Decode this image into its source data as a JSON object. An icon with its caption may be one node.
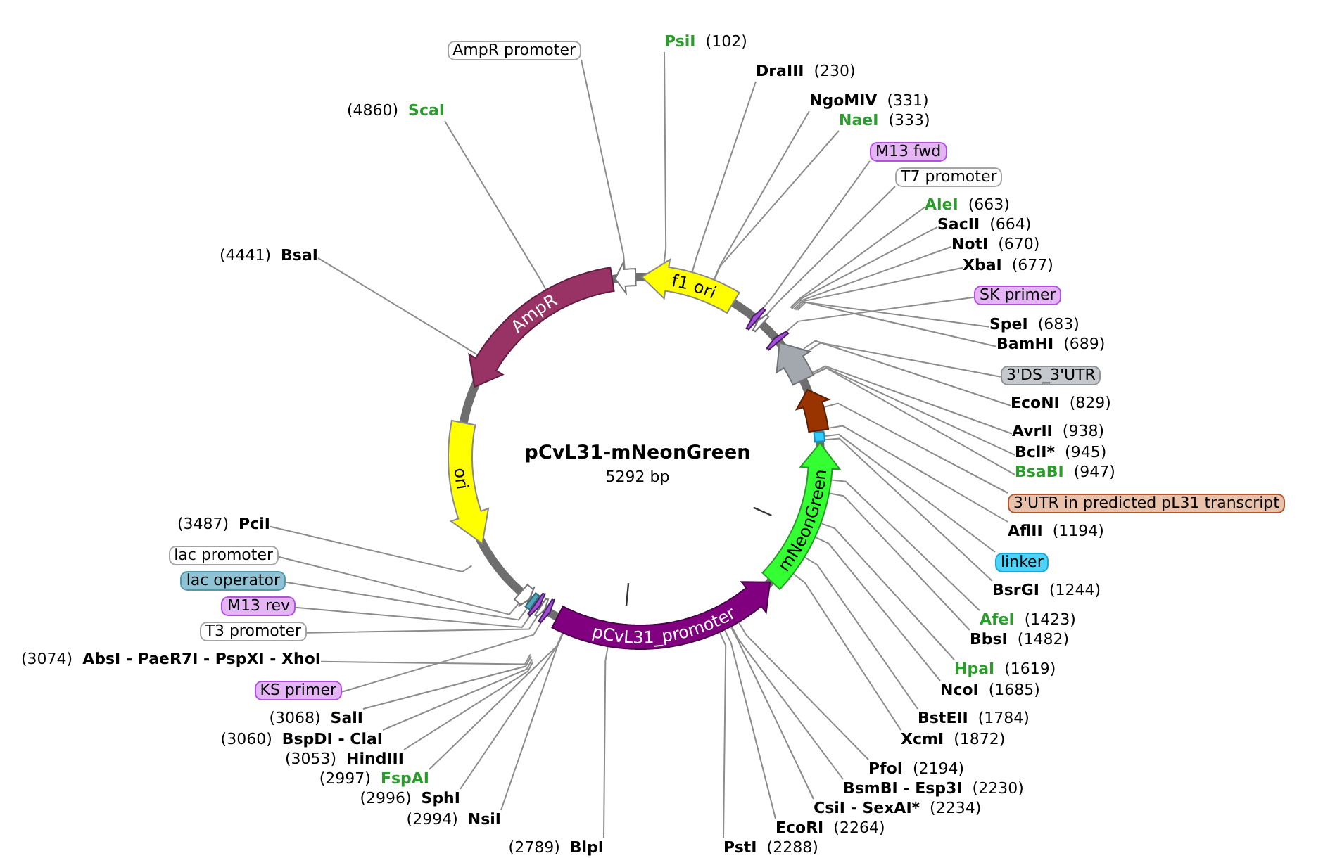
{
  "diagram": {
    "title": "pCvL31-mNeonGreen",
    "nodes": [
      {
        "text": [
          "f1 ori"
        ]
      },
      {
        "text": [],
        "shape": "arrow"
      },
      {
        "text": [],
        "shape": "arrow"
      },
      {
        "text": [],
        "shape": "arrow"
      },
      {
        "text": [],
        "shape": "arrow"
      },
      {
        "text": [],
        "shape": "arrow"
      },
      {
        "text": [],
        "shape": "box"
      },
      {
        "text": [
          "mNeonGreen"
        ]
      },
      {
        "text": [
          "pCvL31_promoter"
        ]
      },
      {
        "text": [],
        "shape": "arrow"
      },
      {
        "text": [],
        "shape": "arrow"
      },
      {
        "text": [],
        "shape": "arrow"
      },
      {
        "text": [],
        "shape": "box"
      },
      {
        "text": [],
        "shape": "arrow"
      },
      {
        "text": [
          "ori"
        ]
      },
      {
        "text": [
          "AmpR"
        ]
      },
      {
        "text": [],
        "shape": "arrow"
      },
      {
        "text": [
          "PsiI",
          "(102)"
        ]
      },
      {
        "text": [
          "DraIII",
          "(230)"
        ]
      },
      {
        "text": [
          "NgoMIV",
          "(331)"
        ]
      },
      {
        "text": [
          "NaeI",
          "(333)"
        ]
      },
      {
        "text": [
          "M13 fwd"
        ]
      },
      {
        "text": [
          "T7 promoter"
        ]
      },
      {
        "text": [
          "AleI",
          "(663)"
        ]
      },
      {
        "text": [
          "SacII",
          "(664)"
        ]
      },
      {
        "text": [
          "NotI",
          "(670)"
        ]
      },
      {
        "text": [
          "XbaI",
          "(677)"
        ]
      },
      {
        "text": [
          "SK primer"
        ]
      },
      {
        "text": [
          "SpeI",
          "(683)"
        ]
      },
      {
        "text": [
          "BamHI",
          "(689)"
        ]
      },
      {
        "text": [
          "3'DS_3'UTR"
        ]
      },
      {
        "text": [
          "EcoNI",
          "(829)"
        ]
      },
      {
        "text": [
          "AvrII",
          "(938)"
        ]
      },
      {
        "text": [
          "BclI*",
          "(945)"
        ]
      },
      {
        "text": [
          "BsaBI",
          "(947)"
        ]
      },
      {
        "text": [
          "3'UTR in predicted pL31 transcript"
        ]
      },
      {
        "text": [
          "AflII",
          "(1194)"
        ]
      },
      {
        "text": [
          "linker"
        ]
      },
      {
        "text": [
          "BsrGI",
          "(1244)"
        ]
      },
      {
        "text": [
          "AfeI",
          "(1423)"
        ]
      },
      {
        "text": [
          "BbsI",
          "(1482)"
        ]
      },
      {
        "text": [
          "HpaI",
          "(1619)"
        ]
      },
      {
        "text": [
          "NcoI",
          "(1685)"
        ]
      },
      {
        "text": [
          "BstEII",
          "(1784)"
        ]
      },
      {
        "text": [
          "XcmI",
          "(1872)"
        ]
      },
      {
        "text": [
          "PfoI",
          "(2194)"
        ]
      },
      {
        "text": [
          "BsmBI - Esp3I",
          "(2230)"
        ]
      },
      {
        "text": [
          "CsiI - SexAI*",
          "(2234)"
        ]
      },
      {
        "text": [
          "EcoRI",
          "(2264)"
        ]
      },
      {
        "text": [
          "PstI",
          "(2288)"
        ]
      },
      {
        "text": [
          "(2789)",
          "BlpI"
        ]
      },
      {
        "text": [
          "(2994)",
          "NsiI"
        ]
      },
      {
        "text": [
          "(2996)",
          "SphI"
        ]
      },
      {
        "text": [
          "(2997)",
          "FspAI"
        ]
      },
      {
        "text": [
          "(3053)",
          "HindIII"
        ]
      },
      {
        "text": [
          "(3060)",
          "BspDI - ClaI"
        ]
      },
      {
        "text": [
          "(3068)",
          "SalI"
        ]
      },
      {
        "text": [
          "KS primer"
        ]
      },
      {
        "text": [
          "(3074)",
          "AbsI - PaeR7I - PspXI - XhoI"
        ]
      },
      {
        "text": [
          "T3 promoter"
        ]
      },
      {
        "text": [
          "M13 rev"
        ]
      },
      {
        "text": [
          "lac operator"
        ]
      },
      {
        "text": [
          "lac promoter"
        ]
      },
      {
        "text": [
          "(3487)",
          "PciI"
        ]
      },
      {
        "text": [
          "(4441)",
          "BsaI"
        ]
      },
      {
        "text": [
          "(4860)",
          "ScaI"
        ]
      },
      {
        "text": [
          "AmpR promoter"
        ]
      }
    ],
    "edges": [
      {
        "from": 17,
        "to": 0,
        "arrow": "none"
      },
      {
        "from": 18,
        "to": 0,
        "arrow": "none"
      },
      {
        "from": 19,
        "to": 0,
        "arrow": "none"
      },
      {
        "from": 20,
        "to": 0,
        "arrow": "none"
      },
      {
        "from": 21,
        "to": 1,
        "arrow": "none"
      },
      {
        "from": 22,
        "to": 2,
        "arrow": "none"
      },
      {
        "from": 23,
        "to": null,
        "arrow": "none"
      },
      {
        "from": 24,
        "to": null,
        "arrow": "none"
      },
      {
        "from": 25,
        "to": null,
        "arrow": "none"
      },
      {
        "from": 26,
        "to": null,
        "arrow": "none"
      },
      {
        "from": 27,
        "to": 3,
        "arrow": "none"
      },
      {
        "from": 28,
        "to": null,
        "arrow": "none"
      },
      {
        "from": 29,
        "to": null,
        "arrow": "none"
      },
      {
        "from": 30,
        "to": 4,
        "arrow": "none"
      },
      {
        "from": 31,
        "to": 4,
        "arrow": "none"
      },
      {
        "from": 32,
        "to": 4,
        "arrow": "none"
      },
      {
        "from": 33,
        "to": 4,
        "arrow": "none"
      },
      {
        "from": 34,
        "to": 4,
        "arrow": "none"
      },
      {
        "from": 35,
        "to": 5,
        "arrow": "none"
      },
      {
        "from": 36,
        "to": 5,
        "arrow": "none"
      },
      {
        "from": 37,
        "to": 6,
        "arrow": "none"
      },
      {
        "from": 38,
        "to": 6,
        "arrow": "none"
      },
      {
        "from": 39,
        "to": 7,
        "arrow": "none"
      },
      {
        "from": 40,
        "to": 7,
        "arrow": "none"
      },
      {
        "from": 41,
        "to": 7,
        "arrow": "none"
      },
      {
        "from": 42,
        "to": 7,
        "arrow": "none"
      },
      {
        "from": 43,
        "to": 7,
        "arrow": "none"
      },
      {
        "from": 44,
        "to": 7,
        "arrow": "none"
      },
      {
        "from": 45,
        "to": 8,
        "arrow": "none"
      },
      {
        "from": 46,
        "to": 8,
        "arrow": "none"
      },
      {
        "from": 47,
        "to": 8,
        "arrow": "none"
      },
      {
        "from": 48,
        "to": 8,
        "arrow": "none"
      },
      {
        "from": 49,
        "to": 8,
        "arrow": "none"
      },
      {
        "from": 50,
        "to": 8,
        "arrow": "none"
      },
      {
        "from": 51,
        "to": 8,
        "arrow": "none"
      },
      {
        "from": 52,
        "to": 8,
        "arrow": "none"
      },
      {
        "from": 53,
        "to": 8,
        "arrow": "none"
      },
      {
        "from": 54,
        "to": null,
        "arrow": "none"
      },
      {
        "from": 55,
        "to": null,
        "arrow": "none"
      },
      {
        "from": 56,
        "to": null,
        "arrow": "none"
      },
      {
        "from": 57,
        "to": 9,
        "arrow": "none"
      },
      {
        "from": 58,
        "to": null,
        "arrow": "none"
      },
      {
        "from": 59,
        "to": 10,
        "arrow": "none"
      },
      {
        "from": 60,
        "to": 11,
        "arrow": "none"
      },
      {
        "from": 61,
        "to": 12,
        "arrow": "none"
      },
      {
        "from": 62,
        "to": 13,
        "arrow": "none"
      },
      {
        "from": 63,
        "to": null,
        "arrow": "none"
      },
      {
        "from": 64,
        "to": 15,
        "arrow": "none"
      },
      {
        "from": 65,
        "to": 15,
        "arrow": "none"
      },
      {
        "from": 66,
        "to": 16,
        "arrow": "none"
      }
    ],
    "labels": [
      "5292 bp"
    ]
  }
}
